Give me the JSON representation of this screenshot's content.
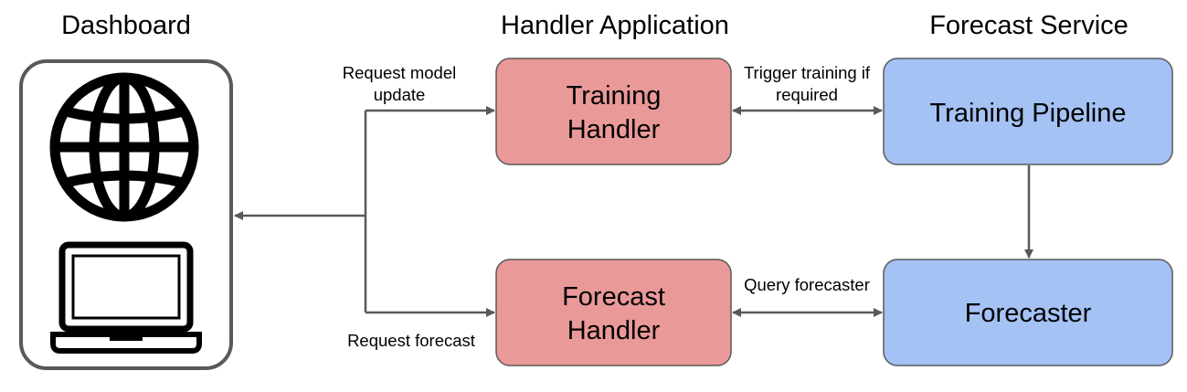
{
  "titles": {
    "dashboard": "Dashboard",
    "handler_app": "Handler Application",
    "forecast_service": "Forecast Service"
  },
  "nodes": {
    "training_handler": {
      "line1": "Training",
      "line2": "Handler"
    },
    "forecast_handler": {
      "line1": "Forecast",
      "line2": "Handler"
    },
    "training_pipeline": {
      "label": "Training Pipeline"
    },
    "forecaster": {
      "label": "Forecaster"
    }
  },
  "edges": {
    "request_model_update": {
      "line1": "Request model",
      "line2": "update"
    },
    "request_forecast": {
      "label": "Request forecast"
    },
    "trigger_training": {
      "line1": "Trigger training if",
      "line2": "required"
    },
    "query_forecaster": {
      "label": "Query forecaster"
    }
  },
  "icons": {
    "globe": "globe-icon",
    "laptop": "laptop-icon"
  },
  "colors": {
    "handler_fill": "#ea9999",
    "service_fill": "#a4c2f4",
    "outline": "#595959",
    "connector": "#595959"
  }
}
